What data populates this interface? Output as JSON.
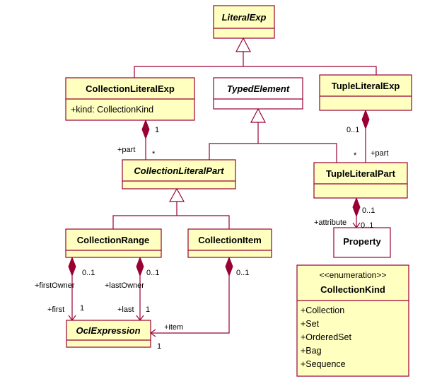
{
  "classes": {
    "literal_exp": "LiteralExp",
    "collection_literal_exp": "CollectionLiteralExp",
    "collection_literal_exp_attr": "+kind: CollectionKind",
    "typed_element": "TypedElement",
    "tuple_literal_exp": "TupleLiteralExp",
    "collection_literal_part": "CollectionLiteralPart",
    "tuple_literal_part": "TupleLiteralPart",
    "property": "Property",
    "collection_range": "CollectionRange",
    "collection_item": "CollectionItem",
    "ocl_expression": "OclExpression"
  },
  "enumeration": {
    "stereotype": "<<enumeration>>",
    "name": "CollectionKind",
    "literals": [
      "+Collection",
      "+Set",
      "+OrderedSet",
      "+Bag",
      "+Sequence"
    ]
  },
  "labels": {
    "cle_mult": "1",
    "part_role": "+part",
    "part_mult": "*",
    "tle_mult": "0..1",
    "tlp_part_role": "+part",
    "tlp_part_mult": "*",
    "tlp_attr_mult": "0..1",
    "attribute_role": "+attribute",
    "attribute_mult": "0..1",
    "first_owner_role": "+firstOwner",
    "first_owner_mult": "0..1",
    "last_owner_role": "+lastOwner",
    "last_owner_mult": "0..1",
    "item_owner_mult": "0..1",
    "first_role": "+first",
    "first_mult": "1",
    "last_role": "+last",
    "last_mult": "1",
    "item_role": "+item",
    "item_mult": "1"
  },
  "colors": {
    "class_fill": "#ffffc0",
    "border": "#990033"
  }
}
